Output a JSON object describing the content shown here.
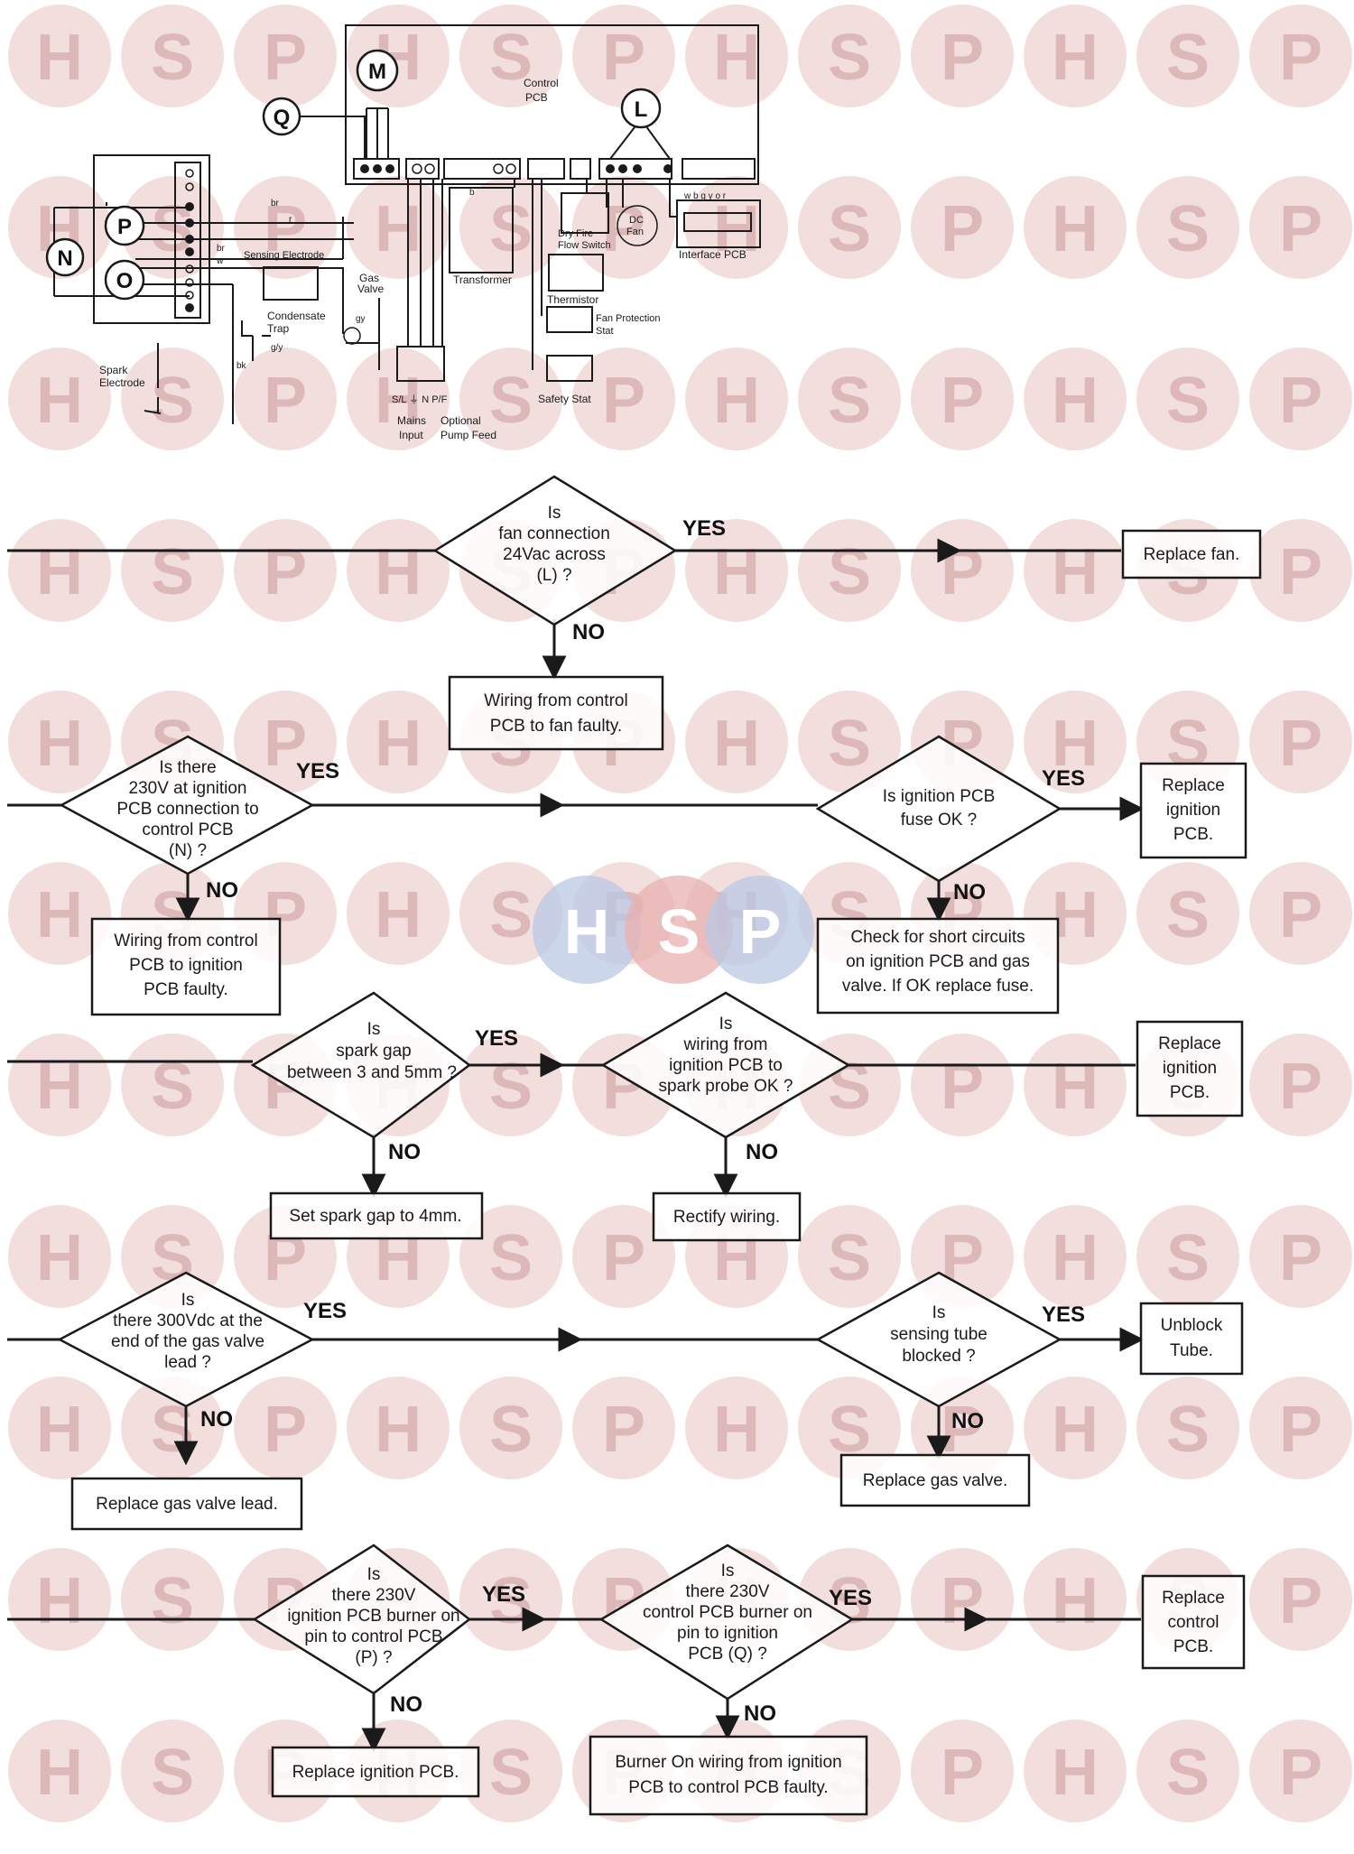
{
  "watermark": {
    "letters": [
      "H",
      "S",
      "P"
    ],
    "colors": {
      "circle": "#f3dede",
      "letter": "#dcb8b8",
      "center_h": "#b9c8e4",
      "center_s": "#e8b0b0",
      "center_p": "#b9c8e4"
    }
  },
  "wiring": {
    "circle_labels": {
      "M": "M",
      "Q": "Q",
      "L": "L",
      "P": "P",
      "O": "O",
      "N": "N"
    },
    "labels": {
      "control_pcb": [
        "Control",
        "PCB"
      ],
      "sensing_electrode": "Sensing Electrode",
      "gas_valve": [
        "Gas",
        "Valve"
      ],
      "transformer": "Transformer",
      "dry_fire": [
        "Dry Fire",
        "Flow Switch"
      ],
      "dc_fan": [
        "DC",
        "Fan"
      ],
      "interface_pcb": "Interface PCB",
      "thermistor": "Thermistor",
      "fan_protection": [
        "Fan Protection",
        "Stat"
      ],
      "safety_stat": "Safety Stat",
      "condensate_trap": [
        "Condensate",
        "Trap"
      ],
      "spark_electrode": [
        "Spark",
        "Electrode"
      ],
      "mains_terminals": "S/L ⏚ N P/F",
      "mains_input": [
        "Mains",
        "Input"
      ],
      "optional_pump": [
        "Optional",
        "Pump Feed"
      ],
      "wire_codes": {
        "br": "br",
        "r": "r",
        "w": "w",
        "bk": "bk",
        "gy": "gy",
        "b": "b",
        "gy_": "g/y",
        "interface_colors": "w b g y o r"
      }
    }
  },
  "flowchart": {
    "yes": "YES",
    "no": "NO",
    "row1": {
      "decision": [
        "Is",
        "fan connection",
        "24Vac across",
        "(L) ?"
      ],
      "yes_result": "Replace fan.",
      "no_result": [
        "Wiring from control",
        "PCB to fan faulty."
      ]
    },
    "row2": {
      "decision1": [
        "Is there",
        "230V at ignition",
        "PCB connection to",
        "control PCB",
        "(N) ?"
      ],
      "no1_result": [
        "Wiring from control",
        "PCB to ignition",
        "PCB faulty."
      ],
      "decision2": [
        "Is ignition PCB",
        "fuse OK ?"
      ],
      "yes_result": [
        "Replace",
        "ignition",
        "PCB."
      ],
      "no2_result": [
        "Check for short circuits",
        "on ignition PCB and gas",
        "valve. If OK replace fuse."
      ]
    },
    "row3": {
      "decision1": [
        "Is",
        "spark gap",
        "between 3 and 5mm ?"
      ],
      "no1_result": "Set spark gap to 4mm.",
      "decision2": [
        "Is",
        "wiring from",
        "ignition PCB to",
        "spark probe OK ?"
      ],
      "no2_result": "Rectify wiring.",
      "yes_result": [
        "Replace",
        "ignition",
        "PCB."
      ]
    },
    "row4": {
      "decision1": [
        "Is",
        "there 300Vdc at the",
        "end of the gas valve",
        "lead ?"
      ],
      "no1_result": "Replace gas valve lead.",
      "decision2": [
        "Is",
        "sensing tube",
        "blocked ?"
      ],
      "yes_result": [
        "Unblock",
        "Tube."
      ],
      "no2_result": "Replace gas valve."
    },
    "row5": {
      "decision1": [
        "Is",
        "there 230V",
        "ignition PCB burner on",
        "pin to control PCB",
        "(P) ?"
      ],
      "no1_result": "Replace ignition PCB.",
      "decision2": [
        "Is",
        "there 230V",
        "control PCB burner on",
        "pin to ignition",
        "PCB (Q) ?"
      ],
      "no2_result": [
        "Burner On wiring from ignition",
        "PCB to control PCB faulty."
      ],
      "yes_result": [
        "Replace",
        "control",
        "PCB."
      ]
    }
  }
}
